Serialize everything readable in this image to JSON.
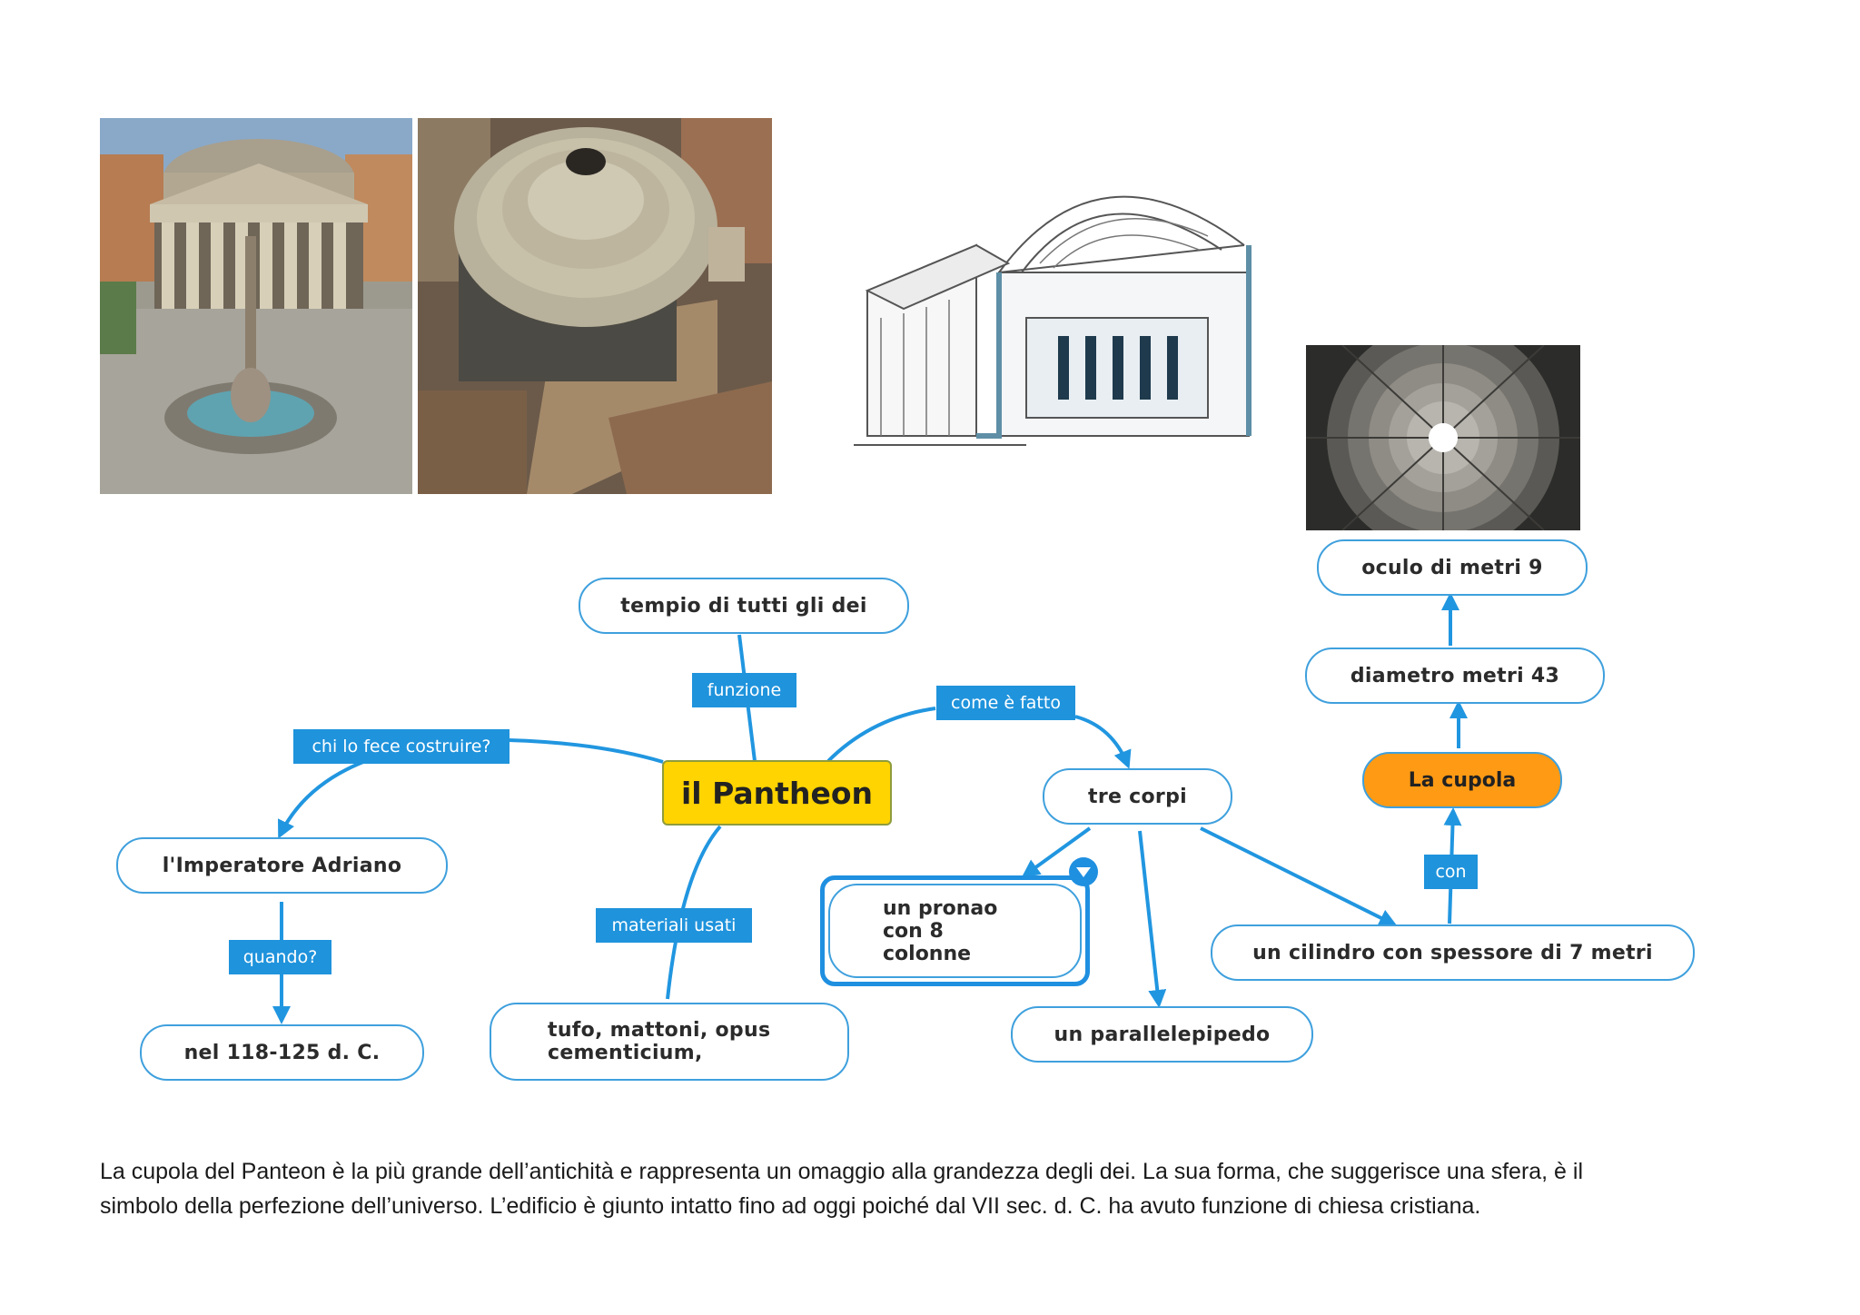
{
  "images": [
    {
      "name": "pantheon-piazza-photo"
    },
    {
      "name": "pantheon-aerial-dome-photo"
    },
    {
      "name": "pantheon-cutaway-drawing"
    },
    {
      "name": "dome-interior-oculus-photo"
    }
  ],
  "concept_map": {
    "center": "il Pantheon",
    "nodes": {
      "tempio": "tempio di tutti gli dei",
      "adriano": "l'Imperatore Adriano",
      "date": "nel 118-125 d. C.",
      "materials": "tufo, mattoni,  opus\ncementicium,",
      "tre_corpi": "tre corpi",
      "pronao": "un pronao\ncon 8\ncolonne",
      "parallelepipedo": "un parallelepipedo",
      "cilindro": "un cilindro con spessore di 7 metri",
      "cupola": "La cupola",
      "diametro": "diametro metri 43",
      "oculo": "oculo di metri 9"
    },
    "links": {
      "funzione": "funzione",
      "chi": "chi lo fece costruire?",
      "quando": "quando?",
      "materiali": "materiali usati",
      "come": "come è fatto",
      "con": "con"
    },
    "colors": {
      "link_line": "#2196e0",
      "node_border": "#3fa0dd",
      "center_fill": "#ffd400",
      "cupola_fill": "#ff9a14",
      "tag_fill": "#1f93dc"
    }
  },
  "caption": {
    "line1": "La cupola del Panteon è la più grande dell’antichità e rappresenta un omaggio alla grandezza degli dei. La sua forma, che suggerisce una sfera, è il",
    "line2": "simbolo della perfezione dell’universo. L’edificio è giunto intatto fino ad oggi poiché dal VII sec. d. C. ha avuto funzione di chiesa cristiana."
  }
}
